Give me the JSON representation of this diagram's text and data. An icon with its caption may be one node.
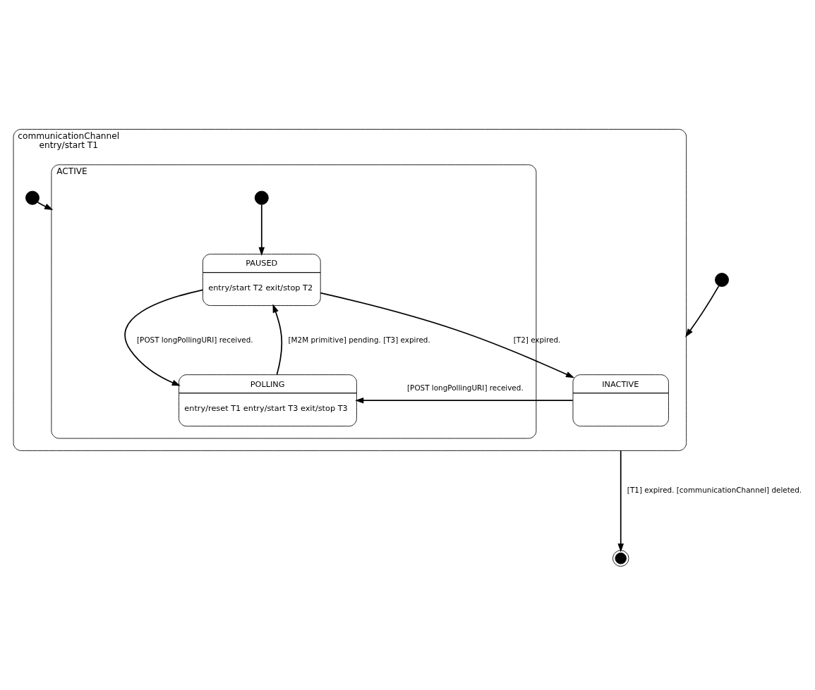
{
  "diagram": {
    "nodes": [
      {
        "text": [
          "communicationChannel",
          "entry/start T1"
        ]
      },
      {
        "text": [],
        "shape": "circle"
      },
      {
        "text": [
          "INACTIVE"
        ],
        "in": 0
      },
      {
        "text": [
          "ACTIVE"
        ],
        "in": 0
      },
      {
        "text": [],
        "shape": "circle",
        "in": 0
      },
      {
        "text": [],
        "shape": "circle",
        "in": 3
      },
      {
        "text": [
          "PAUSED",
          "entry/start T2 exit/stop T2"
        ],
        "in": 3
      },
      {
        "text": [
          "POLLING",
          "entry/reset T1 entry/start T3 exit/stop T3"
        ],
        "in": 3
      },
      {
        "text": [],
        "shape": "doublecircle"
      }
    ],
    "edges": [
      {
        "from": 1,
        "to": 0,
        "arrow": "to"
      },
      {
        "from": 4,
        "to": 3,
        "arrow": "to"
      },
      {
        "from": 5,
        "to": 6,
        "arrow": "to"
      },
      {
        "from": 6,
        "to": 2,
        "arrow": "to",
        "label": "[T2] expired."
      },
      {
        "from": 7,
        "to": 6,
        "arrow": "to",
        "label": "[M2M primitive] pending. [T3] expired."
      },
      {
        "from": 6,
        "to": 7,
        "arrow": "to",
        "label": "[POST longPollingURI] received."
      },
      {
        "from": 2,
        "to": 7,
        "arrow": "to",
        "label": "[POST longPollingURI] received."
      },
      {
        "from": 0,
        "to": 8,
        "arrow": "to",
        "label": "[T1] expired. [communicationChannel] deleted."
      }
    ]
  }
}
